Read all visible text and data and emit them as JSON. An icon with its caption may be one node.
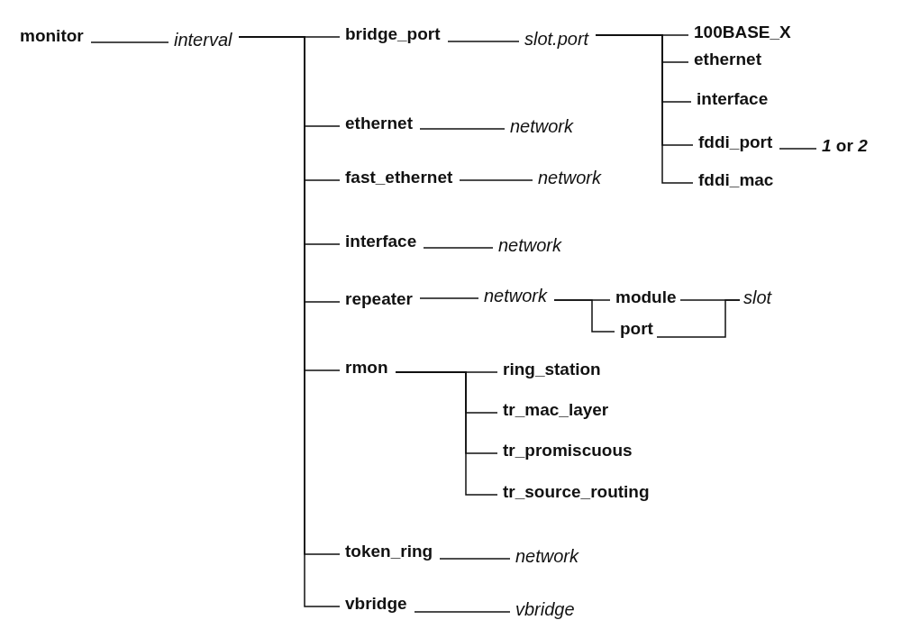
{
  "diagram": {
    "nodes": [
      {
        "text": [
          "monitor"
        ]
      },
      {
        "text": [
          "interval"
        ]
      },
      {
        "text": [
          "bridge_port"
        ]
      },
      {
        "text": [
          "slot.port"
        ]
      },
      {
        "text": [
          "100BASE_X"
        ]
      },
      {
        "text": [
          "ethernet"
        ]
      },
      {
        "text": [
          "interface"
        ]
      },
      {
        "text": [
          "fddi_port"
        ]
      },
      {
        "text": [
          "*1* or *2*"
        ]
      },
      {
        "text": [
          "fddi_mac"
        ]
      },
      {
        "text": [
          "ethernet"
        ]
      },
      {
        "text": [
          "network"
        ]
      },
      {
        "text": [
          "fast_ethernet"
        ]
      },
      {
        "text": [
          "network"
        ]
      },
      {
        "text": [
          "interface"
        ]
      },
      {
        "text": [
          "network"
        ]
      },
      {
        "text": [
          "repeater"
        ]
      },
      {
        "text": [
          "network"
        ]
      },
      {
        "text": [
          "module"
        ]
      },
      {
        "text": [
          "port"
        ]
      },
      {
        "text": [
          "slot"
        ]
      },
      {
        "text": [
          "rmon"
        ]
      },
      {
        "text": [
          "ring_station"
        ]
      },
      {
        "text": [
          "tr_mac_layer"
        ]
      },
      {
        "text": [
          "tr_promiscuous"
        ]
      },
      {
        "text": [
          "tr_source_routing"
        ]
      },
      {
        "text": [
          "token_ring"
        ]
      },
      {
        "text": [
          "network"
        ]
      },
      {
        "text": [
          "vbridge"
        ]
      },
      {
        "text": [
          "vbridge"
        ]
      }
    ],
    "edges": [
      {
        "from": 0,
        "to": 1,
        "arrow": "none"
      },
      {
        "from": 1,
        "to": 2,
        "arrow": "none"
      },
      {
        "from": 1,
        "to": 10,
        "arrow": "none"
      },
      {
        "from": 1,
        "to": 12,
        "arrow": "none"
      },
      {
        "from": 1,
        "to": 14,
        "arrow": "none"
      },
      {
        "from": 1,
        "to": 16,
        "arrow": "none"
      },
      {
        "from": 1,
        "to": 21,
        "arrow": "none"
      },
      {
        "from": 1,
        "to": 26,
        "arrow": "none"
      },
      {
        "from": 1,
        "to": 28,
        "arrow": "none"
      },
      {
        "from": 2,
        "to": 3,
        "arrow": "none"
      },
      {
        "from": 3,
        "to": 4,
        "arrow": "none"
      },
      {
        "from": 3,
        "to": 5,
        "arrow": "none"
      },
      {
        "from": 3,
        "to": 6,
        "arrow": "none"
      },
      {
        "from": 3,
        "to": 7,
        "arrow": "none"
      },
      {
        "from": 3,
        "to": 9,
        "arrow": "none"
      },
      {
        "from": 7,
        "to": 8,
        "arrow": "none"
      },
      {
        "from": 10,
        "to": 11,
        "arrow": "none"
      },
      {
        "from": 12,
        "to": 13,
        "arrow": "none"
      },
      {
        "from": 14,
        "to": 15,
        "arrow": "none"
      },
      {
        "from": 16,
        "to": 17,
        "arrow": "none"
      },
      {
        "from": 17,
        "to": 18,
        "arrow": "none"
      },
      {
        "from": 17,
        "to": 19,
        "arrow": "none"
      },
      {
        "from": 18,
        "to": 20,
        "arrow": "none"
      },
      {
        "from": 19,
        "to": 20,
        "arrow": "none"
      },
      {
        "from": 21,
        "to": 22,
        "arrow": "none"
      },
      {
        "from": 21,
        "to": 23,
        "arrow": "none"
      },
      {
        "from": 21,
        "to": 24,
        "arrow": "none"
      },
      {
        "from": 21,
        "to": 25,
        "arrow": "none"
      },
      {
        "from": 26,
        "to": 27,
        "arrow": "none"
      },
      {
        "from": 28,
        "to": 29,
        "arrow": "none"
      }
    ]
  }
}
